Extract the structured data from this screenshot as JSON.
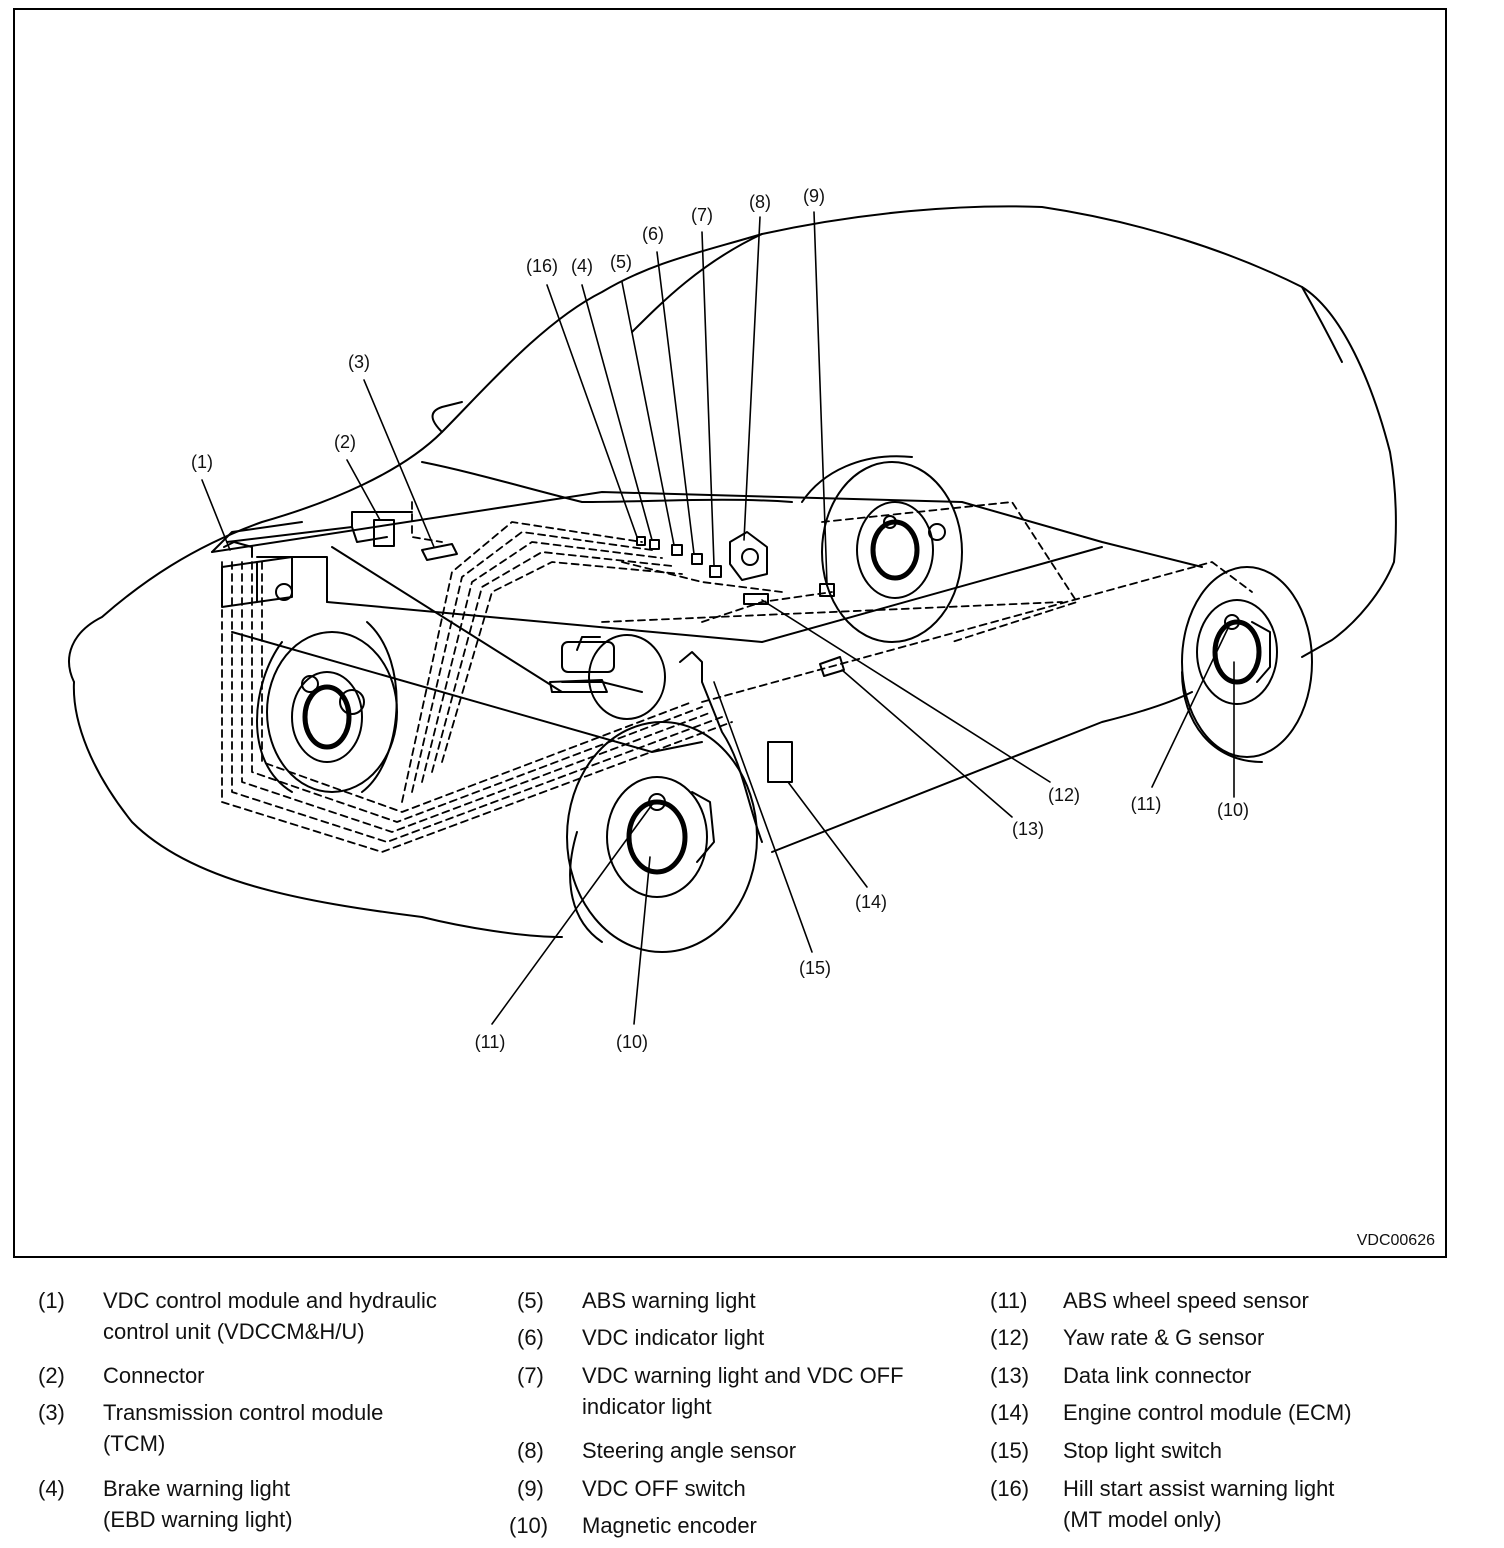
{
  "figure": {
    "id": "VDC00626",
    "callouts": {
      "c1": "(1)",
      "c2": "(2)",
      "c3": "(3)",
      "c16": "(16)",
      "c4": "(4)",
      "c5": "(5)",
      "c6": "(6)",
      "c7": "(7)",
      "c8": "(8)",
      "c9": "(9)",
      "c12": "(12)",
      "c13": "(13)",
      "c11r": "(11)",
      "c10r": "(10)",
      "c14": "(14)",
      "c15": "(15)",
      "c11f": "(11)",
      "c10f": "(10)"
    }
  },
  "legend": [
    {
      "num": "(1)",
      "text": "VDC control module and hydraulic\ncontrol unit (VDCCM&H/U)"
    },
    {
      "num": "(2)",
      "text": "Connector"
    },
    {
      "num": "(3)",
      "text": "Transmission control module\n(TCM)"
    },
    {
      "num": "(4)",
      "text": "Brake warning light\n(EBD warning light)"
    },
    {
      "num": "(5)",
      "text": "ABS warning light"
    },
    {
      "num": "(6)",
      "text": "VDC indicator light"
    },
    {
      "num": "(7)",
      "text": "VDC warning light and VDC OFF\nindicator light"
    },
    {
      "num": "(8)",
      "text": "Steering angle sensor"
    },
    {
      "num": "(9)",
      "text": "VDC OFF switch"
    },
    {
      "num": "(10)",
      "text": "Magnetic encoder"
    },
    {
      "num": "(11)",
      "text": "ABS wheel speed sensor"
    },
    {
      "num": "(12)",
      "text": "Yaw rate & G sensor"
    },
    {
      "num": "(13)",
      "text": "Data link connector"
    },
    {
      "num": "(14)",
      "text": "Engine control module (ECM)"
    },
    {
      "num": "(15)",
      "text": "Stop light switch"
    },
    {
      "num": "(16)",
      "text": "Hill start assist warning light\n(MT model only)"
    }
  ]
}
